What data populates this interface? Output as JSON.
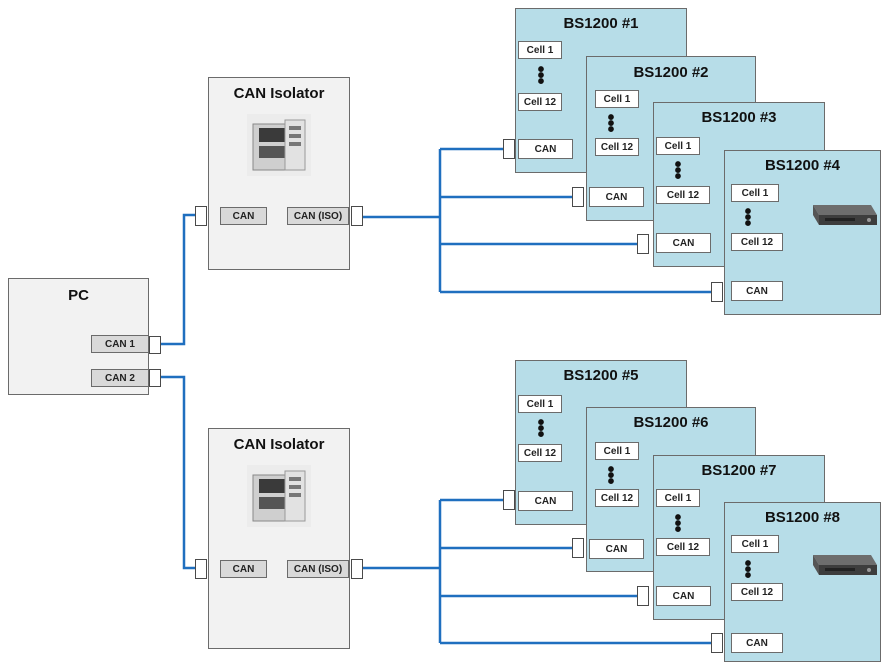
{
  "pc": {
    "title": "PC",
    "port1": "CAN 1",
    "port2": "CAN 2"
  },
  "isolators": [
    {
      "title": "CAN Isolator",
      "port_in": "CAN",
      "port_out": "CAN (ISO)"
    },
    {
      "title": "CAN Isolator",
      "port_in": "CAN",
      "port_out": "CAN (ISO)"
    }
  ],
  "units": [
    {
      "title": "BS1200 #1",
      "cell_first": "Cell 1",
      "cell_last": "Cell 12",
      "can": "CAN"
    },
    {
      "title": "BS1200 #2",
      "cell_first": "Cell 1",
      "cell_last": "Cell 12",
      "can": "CAN"
    },
    {
      "title": "BS1200 #3",
      "cell_first": "Cell 1",
      "cell_last": "Cell 12",
      "can": "CAN"
    },
    {
      "title": "BS1200 #4",
      "cell_first": "Cell 1",
      "cell_last": "Cell 12",
      "can": "CAN"
    },
    {
      "title": "BS1200 #5",
      "cell_first": "Cell 1",
      "cell_last": "Cell 12",
      "can": "CAN"
    },
    {
      "title": "BS1200 #6",
      "cell_first": "Cell 1",
      "cell_last": "Cell 12",
      "can": "CAN"
    },
    {
      "title": "BS1200 #7",
      "cell_first": "Cell 1",
      "cell_last": "Cell 12",
      "can": "CAN"
    },
    {
      "title": "BS1200 #8",
      "cell_first": "Cell 1",
      "cell_last": "Cell 12",
      "can": "CAN"
    }
  ],
  "colors": {
    "wire": "#1f6fbf",
    "unit_fill": "#b7dde8",
    "box_fill": "#f2f2f2"
  },
  "icons": {
    "isolator": "din-rail-isolator-icon",
    "rack": "rack-unit-icon"
  }
}
